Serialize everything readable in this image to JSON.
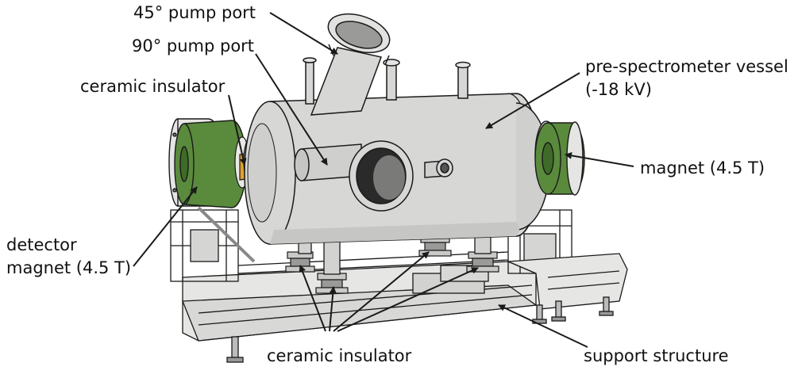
{
  "labels": {
    "pump45": "45° pump port",
    "pump90": "90° pump port",
    "ceramic_top": "ceramic insulator",
    "vessel_line1": "pre-spectrometer vessel",
    "vessel_line2": "(-18 kV)",
    "magnet_right": "magnet (4.5 T)",
    "detector_line1": "detector",
    "detector_line2": "magnet (4.5 T)",
    "ceramic_bottom": "ceramic insulator",
    "support": "support structure"
  },
  "colors": {
    "vessel": "#d7d8d6",
    "vessel_shade": "#c6c7c4",
    "magnet": "#5a8a3c",
    "insulator": "#e0a02a",
    "frame": "#e6e6e4",
    "line": "#1a1a1a"
  }
}
